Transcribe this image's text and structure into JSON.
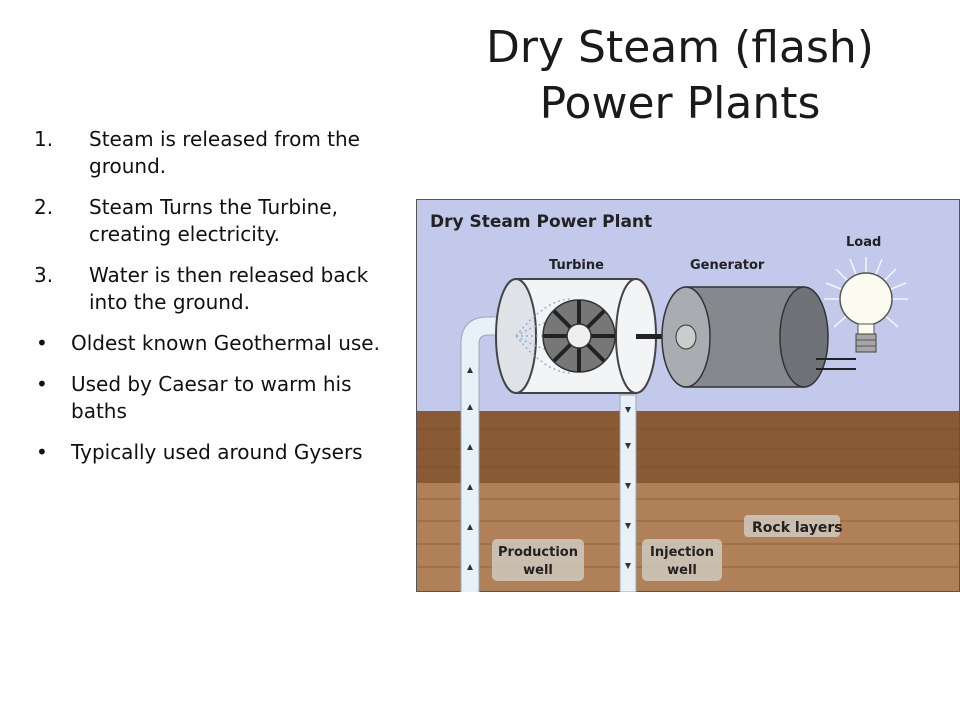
{
  "slide": {
    "title_line1": "Dry Steam  (flash)",
    "title_line2": "Power Plants",
    "numbered": [
      {
        "marker": "1.",
        "text": "Steam is released from the ground."
      },
      {
        "marker": "2.",
        "text": "Steam Turns the Turbine, creating electricity."
      },
      {
        "marker": "3.",
        "text": "Water is then released back into the ground."
      }
    ],
    "bullets": [
      {
        "marker": "•",
        "text": "Oldest known Geothermal use."
      },
      {
        "marker": "•",
        "text": "Used by Caesar to warm his baths"
      },
      {
        "marker": "•",
        "text": "Typically used around Gysers"
      }
    ]
  },
  "diagram": {
    "title": "Dry Steam Power Plant",
    "turbine_label": "Turbine",
    "generator_label": "Generator",
    "load_label": "Load",
    "rock_label": "Rock layers",
    "production_line1": "Production",
    "production_line2": "well",
    "injection_line1": "Injection",
    "injection_line2": "well",
    "colors": {
      "sky": "#c3c9eb",
      "earth": "#8a5a35",
      "rock": "#b08058",
      "pipe": "#e9f1f8",
      "label_box": "#cdc4b8"
    }
  }
}
